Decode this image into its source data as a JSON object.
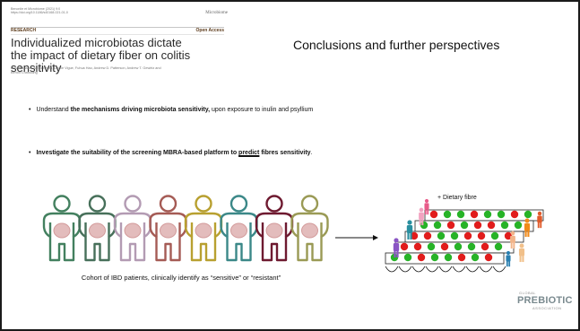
{
  "paper": {
    "journal_line1": "Benonite et Microbiome (2021) 9:0",
    "journal_line2": "https://doi.org/10.1186/s40168-021-01-0",
    "journal_name": "Microbiome",
    "section": "RESEARCH",
    "access": "Open Access",
    "title_line1": "Individualized microbiotas dictate",
    "title_line2": "the impact of dietary fiber on colitis sensitivity",
    "authors_line1": "Erica Bonazzi, Alexis Bretin, Lucille Vigue, Fuhua Hao, Andrew D. Patterson, Andrew T. Gewirtz and",
    "authors_line2": "Benoit Chassaing"
  },
  "slide_title": "Conclusions and further perspectives",
  "bullet_marker": "•",
  "bullets": {
    "b1": {
      "pre": "Understand ",
      "bold": "the mechanisms driving microbiota sensitivity,",
      "post": " upon exposure to inulin and psyllium"
    },
    "b2": {
      "pre": "Investigate the suitability of the screening MBRA-based platform to ",
      "underline": "predict",
      "post": " fibres sensitivity",
      "end": "."
    }
  },
  "figure": {
    "cohort_caption": "Cohort of IBD patients, clinically identify as “sensitive” or “resistant”",
    "plus_label": "+ Dietary fibre",
    "patient_colors": [
      "#43805f",
      "#47705a",
      "#b39bb3",
      "#a55b55",
      "#b8a030",
      "#3b8888",
      "#6e1a30",
      "#9a9a55"
    ],
    "well_colors_green": "#27b327",
    "well_colors_red": "#e11c1c"
  },
  "logo": {
    "line1": "GLOBAL",
    "line2": "PREBIOTIC",
    "line3": "ASSOCIATION"
  }
}
